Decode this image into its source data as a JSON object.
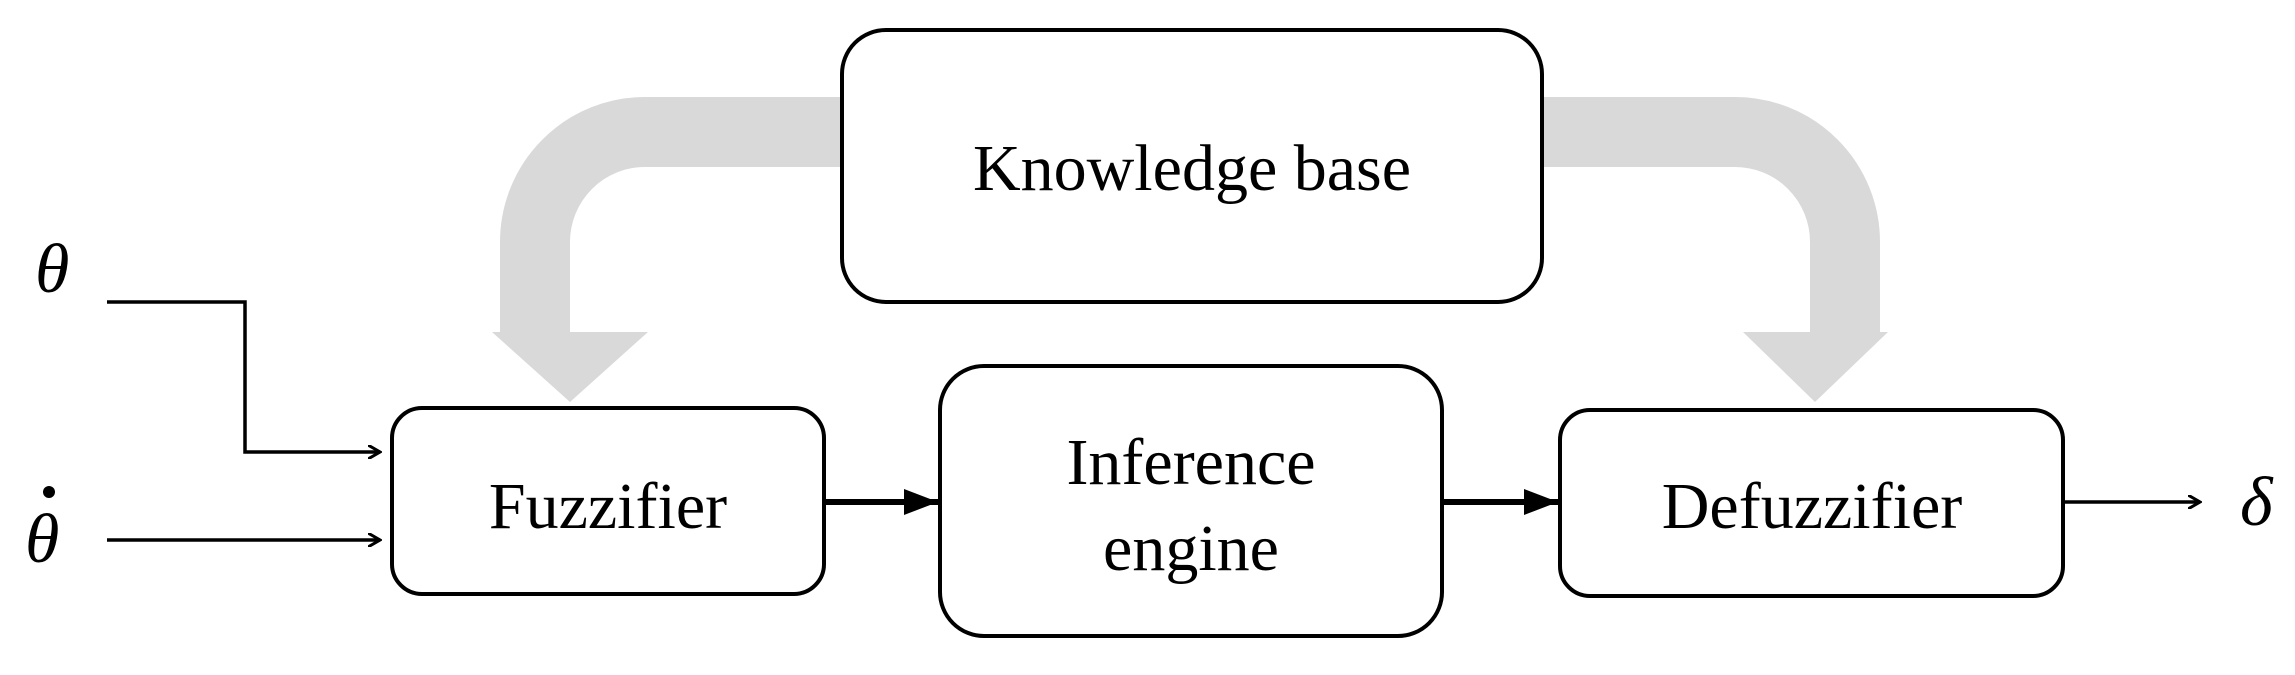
{
  "blocks": {
    "knowledge_base": "Knowledge base",
    "fuzzifier": "Fuzzifier",
    "inference_line1": "Inference",
    "inference_line2": "engine",
    "defuzzifier": "Defuzzifier"
  },
  "variables": {
    "theta": "θ",
    "theta_dot": "θ",
    "delta": "δ"
  },
  "colors": {
    "box_stroke": "#000000",
    "flow_arrow": "#d9d9d9",
    "signal_line": "#000000"
  }
}
